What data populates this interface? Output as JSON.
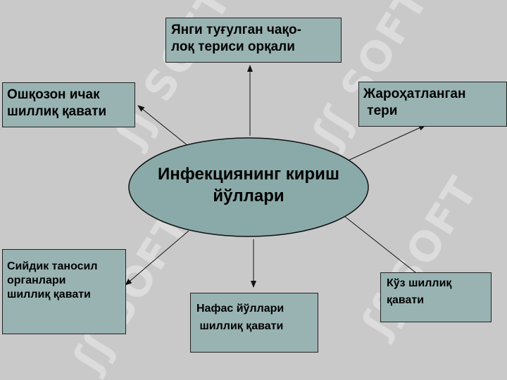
{
  "center": {
    "line1": "Инфекциянинг кириш",
    "line2": "йўллари"
  },
  "boxes": {
    "top": {
      "line1": "Янги туғулган чақо-",
      "line2": "лоқ териси орқали"
    },
    "left_top": {
      "line1": "Ошқозон ичак",
      "line2": "шиллиқ қавати"
    },
    "right_top": {
      "line1": "Жароҳатланган",
      "line2": " тери"
    },
    "left_bottom": {
      "line1": "Сийдик таносил",
      "line2": "органлари",
      "line3": "шиллиқ қавати"
    },
    "bottom": {
      "line1": "Нафас йўллари",
      "line2": " шиллиқ қавати"
    },
    "right_bottom": {
      "line1": "Кўз шиллиқ",
      "line2": "қавати"
    }
  },
  "watermark": {
    "text": "SOFT"
  },
  "colors": {
    "background": "#c9c9c9",
    "box_fill": "#99b3b3",
    "ellipse_fill": "#8aaaaa",
    "outline": "#222222"
  }
}
